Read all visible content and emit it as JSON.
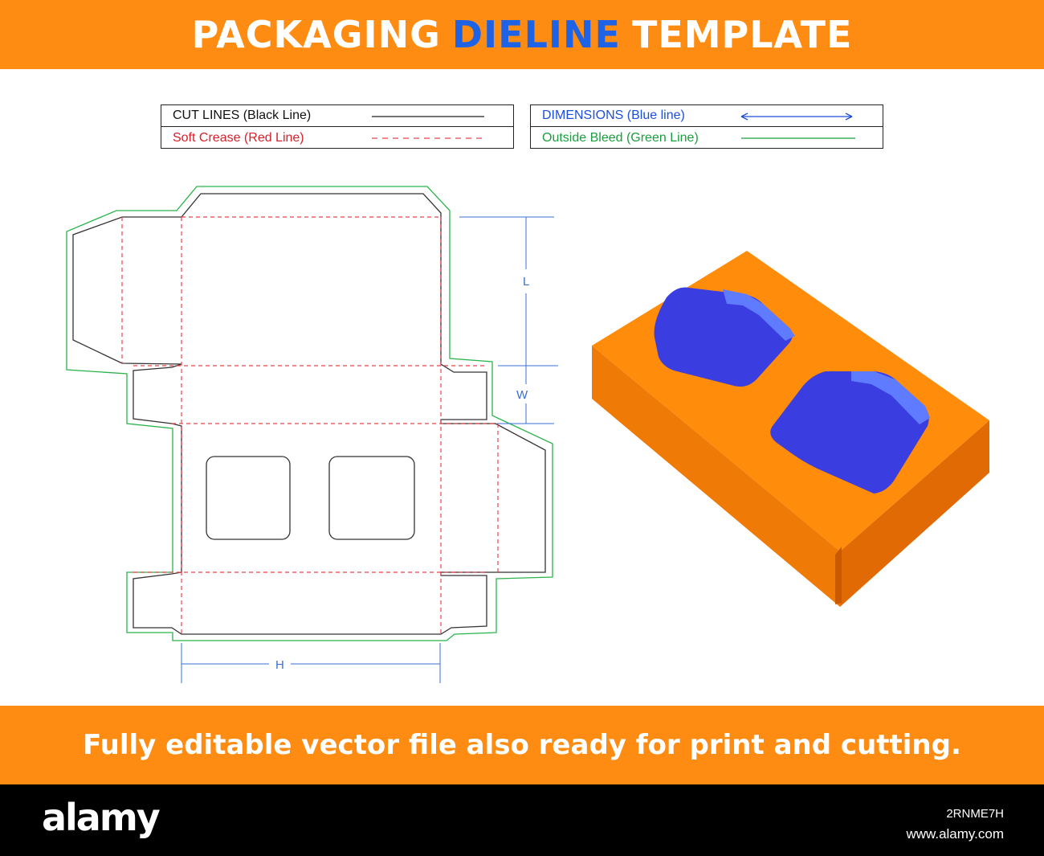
{
  "header": {
    "title_part1": "PACKAGING",
    "title_accent": "DIELINE",
    "title_part2": "TEMPLATE"
  },
  "legend": {
    "cut_lines": "CUT LINES (Black Line)",
    "soft_crease": "Soft Crease (Red Line)",
    "dimensions": "DIMENSIONS (Blue line)",
    "outside_bleed": "Outside Bleed (Green Line)"
  },
  "dimension_labels": {
    "length": "L",
    "width": "W",
    "height": "H"
  },
  "colors": {
    "banner": "#ff8c12",
    "accent_blue": "#1e63e6",
    "cut_line": "#333333",
    "crease_line": "#e8454a",
    "dimension_line": "#3a6fd8",
    "bleed_line": "#2bb34a",
    "box_orange": "#ff8c0a",
    "box_window": "#3a3ee0"
  },
  "footer_banner": {
    "text": "Fully editable vector file also ready for print and cutting."
  },
  "footer": {
    "logo": "alamy",
    "image_id": "2RNME7H",
    "site": "www.alamy.com"
  }
}
